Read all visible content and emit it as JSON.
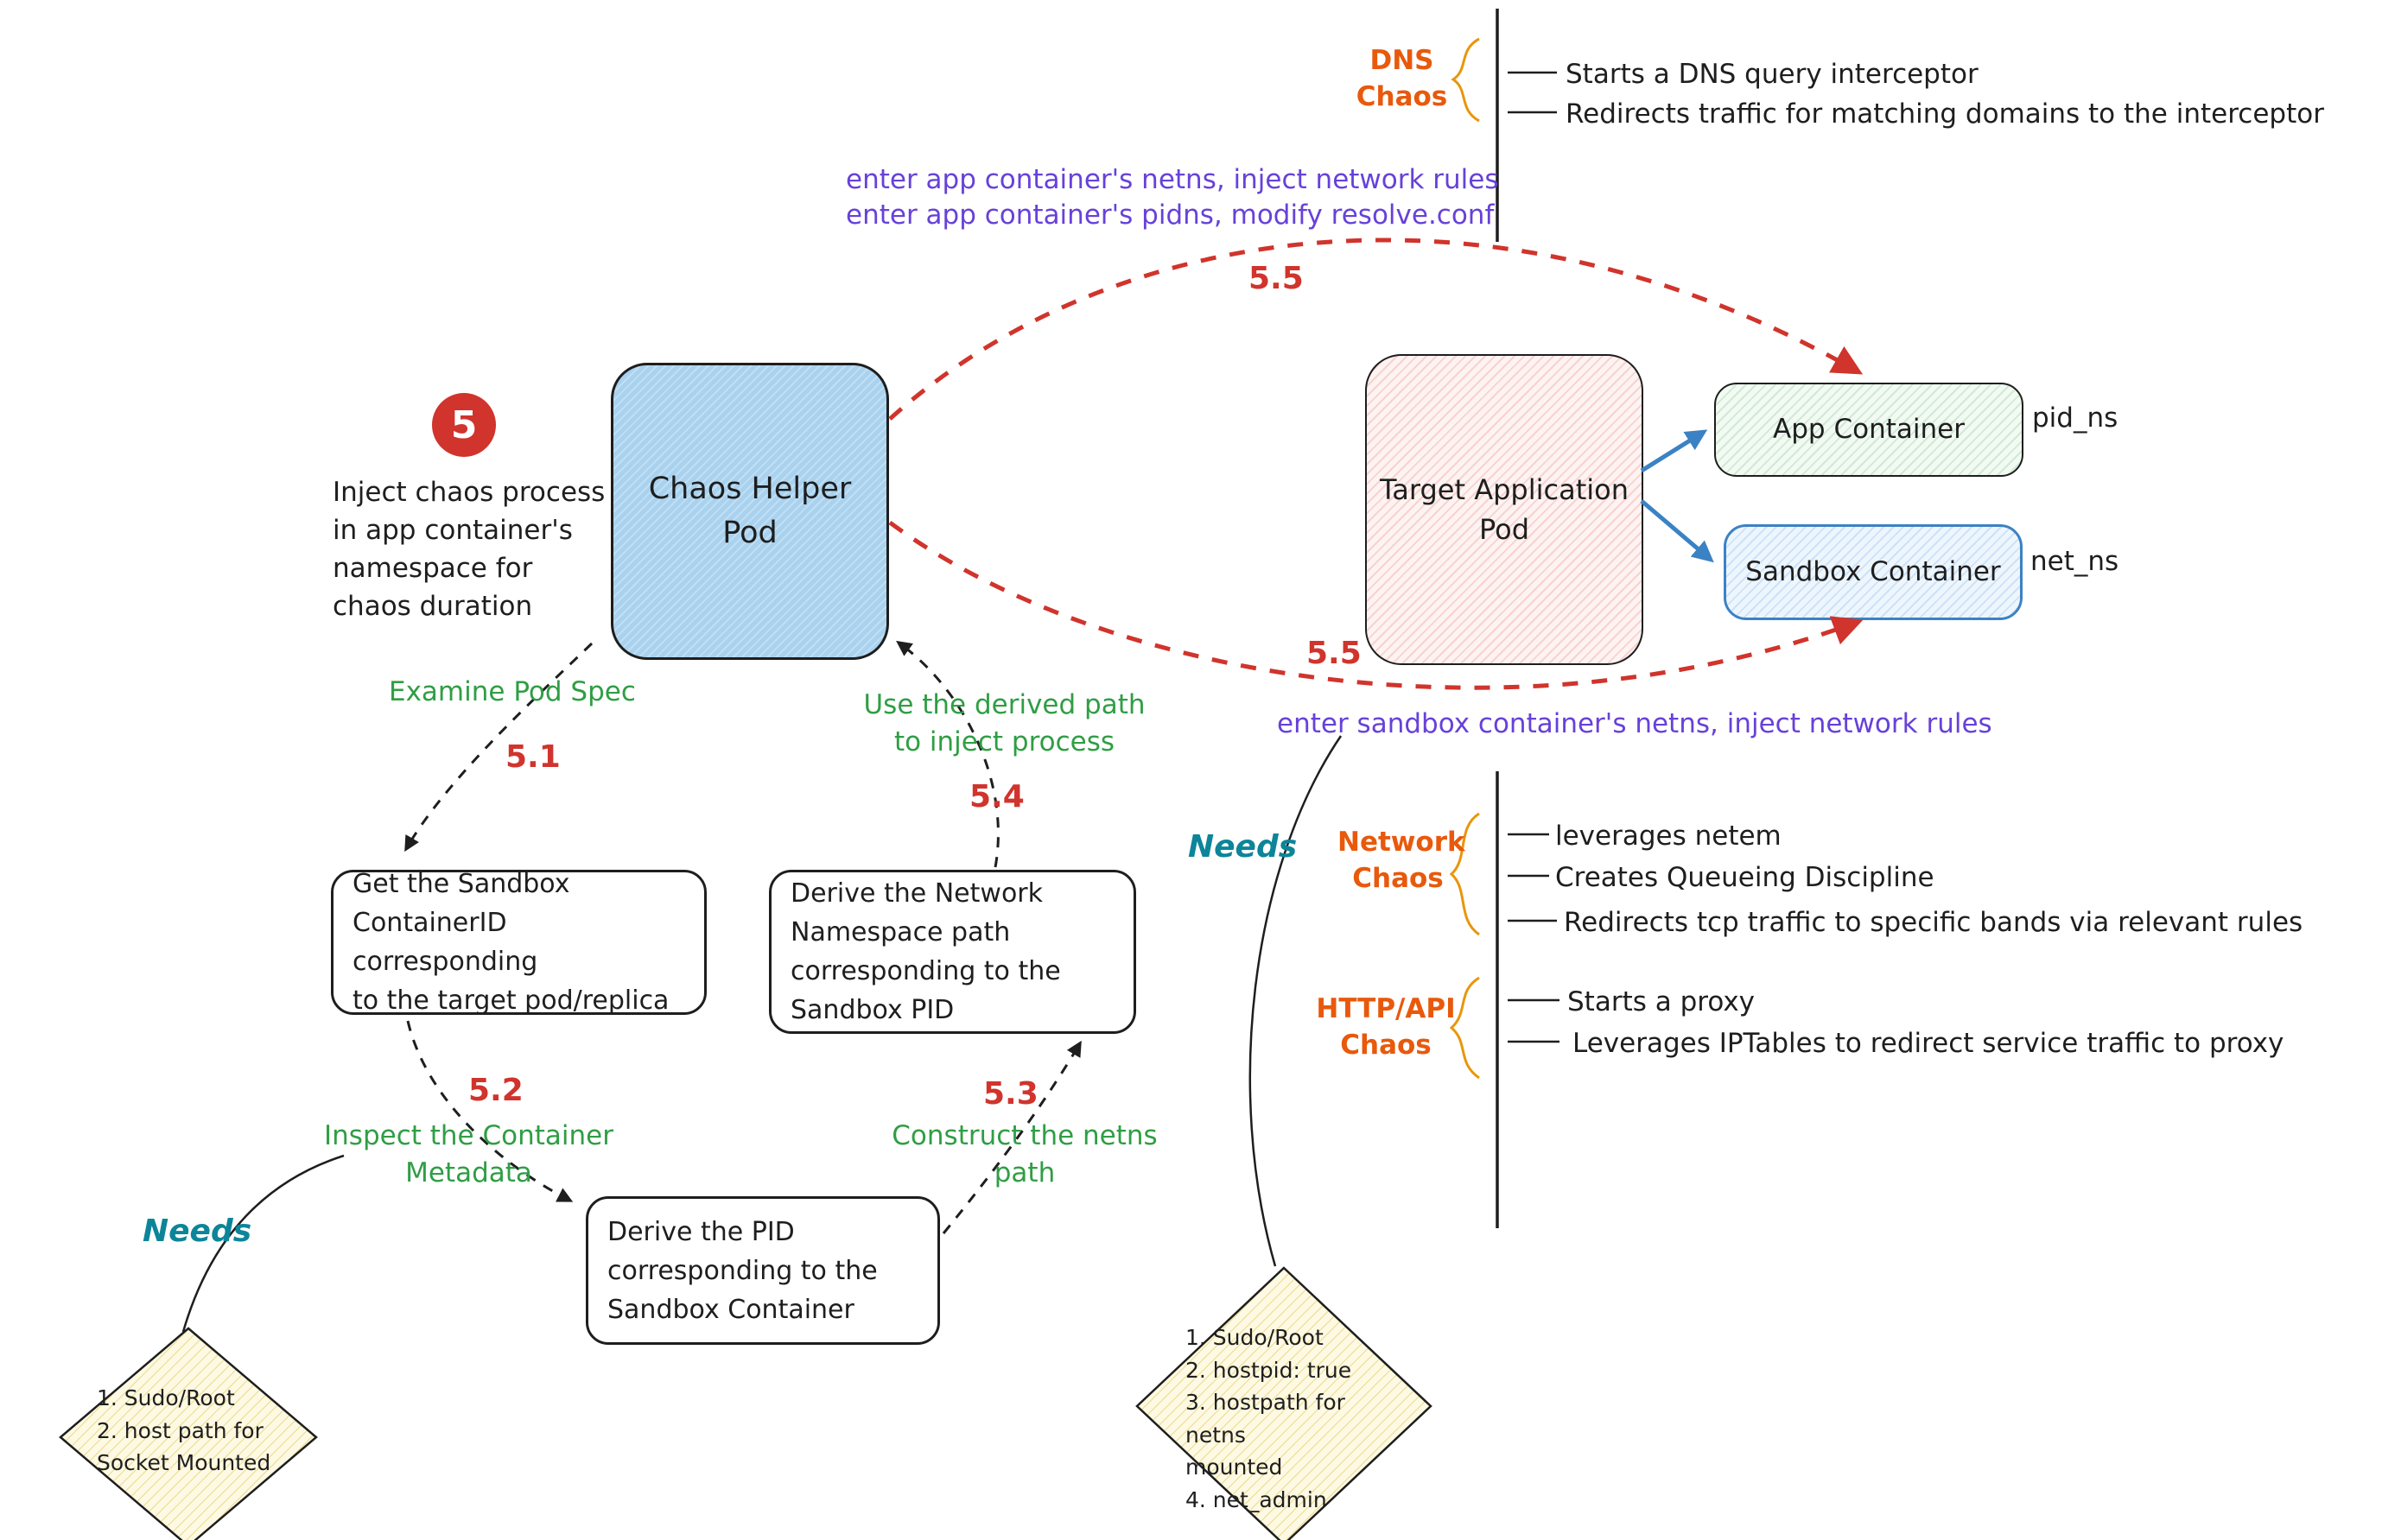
{
  "badge": "5",
  "description": "Inject chaos process\nin app container's\nnamespace for\nchaos duration",
  "nodes": {
    "chaos_helper": "Chaos Helper\nPod",
    "target_app": "Target Application\nPod",
    "app_container": "App Container",
    "app_container_ns": "pid_ns",
    "sandbox_container": "Sandbox Container",
    "sandbox_container_ns": "net_ns",
    "get_sandbox_id": "Get the Sandbox\nContainerID corresponding\nto the target pod/replica",
    "derive_netns": "Derive the Network\nNamespace path\ncorresponding to the\nSandbox PID",
    "derive_pid": "Derive the PID\ncorresponding to the\nSandbox Container"
  },
  "steps": {
    "s1": "5.1",
    "s2": "5.2",
    "s3": "5.3",
    "s4": "5.4",
    "s5a": "5.5",
    "s5b": "5.5"
  },
  "edge_labels": {
    "examine": "Examine Pod Spec",
    "use_derived": "Use the derived path\nto inject process",
    "inspect": "Inspect the Container\nMetadata",
    "construct": "Construct the netns\npath"
  },
  "annotations": {
    "app_netns": "enter app container's netns, inject network rules",
    "app_pidns": "enter app container's pidns, modify resolve.conf",
    "sandbox_netns": "enter sandbox container's netns, inject network rules"
  },
  "chaos_types": [
    {
      "name": "DNS\nChaos",
      "bullets": [
        "Starts a DNS query interceptor",
        "Redirects traffic for matching domains to the interceptor"
      ]
    },
    {
      "name": "Network\nChaos",
      "bullets": [
        "leverages netem",
        "Creates Queueing Discipline",
        "Redirects tcp traffic to specific bands via relevant rules"
      ]
    },
    {
      "name": "HTTP/API\nChaos",
      "bullets": [
        "Starts a proxy",
        "Leverages IPTables to redirect service traffic to proxy"
      ]
    }
  ],
  "needs": {
    "left_label": "Needs",
    "right_label": "Needs",
    "left_items": "1. Sudo/Root\n2. host path for\nSocket Mounted",
    "right_items": "1. Sudo/Root\n2. hostpid: true\n3. hostpath for netns\nmounted\n4. net_admin"
  },
  "colors": {
    "red": "#d0342c",
    "green": "#2f9e44",
    "purple": "#6741d9",
    "orange": "#e8590c",
    "teal": "#0c8599",
    "blue": "#3b82c4"
  }
}
